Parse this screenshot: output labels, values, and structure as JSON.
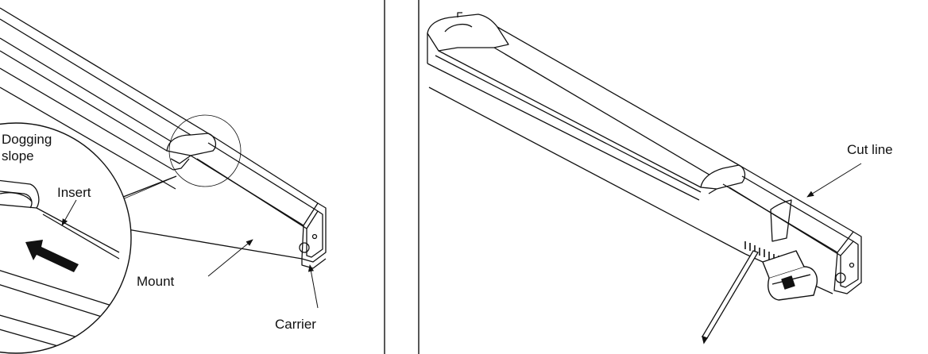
{
  "colors": {
    "ink": "#111111",
    "background": "#ffffff"
  },
  "labels": {
    "dogging_slope_line1": "Dogging",
    "dogging_slope_line2": "slope",
    "insert": "Insert",
    "mount": "Mount",
    "carrier": "Carrier",
    "cut_line": "Cut line"
  }
}
